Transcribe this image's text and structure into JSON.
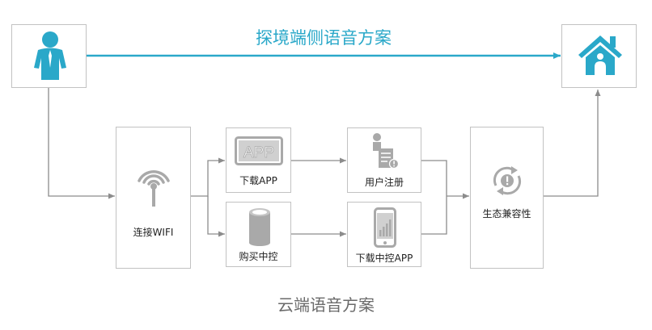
{
  "top_flow": {
    "label": "探境端侧语音方案",
    "color": "#2aa8c9"
  },
  "nodes": {
    "connect_wifi": "连接WIFI",
    "download_app": "下载APP",
    "buy_controller": "购买中控",
    "user_register": "用户注册",
    "download_controller_app": "下载中控APP",
    "eco_compat": "生态兼容性"
  },
  "app_icon_text": "APP",
  "caption": "云端语音方案",
  "colors": {
    "accent": "#2aa8c9",
    "node_border": "#c2c2c2",
    "connector": "#8c8c8c",
    "icon": "#a9a9a9"
  },
  "icons": {
    "user": "person-icon",
    "home": "house-icon",
    "wifi": "wifi-antenna-icon",
    "app": "app-icon",
    "speaker": "smart-speaker-icon",
    "register": "registration-form-icon",
    "phone": "smartphone-icon",
    "compat": "sync-alert-icon"
  }
}
